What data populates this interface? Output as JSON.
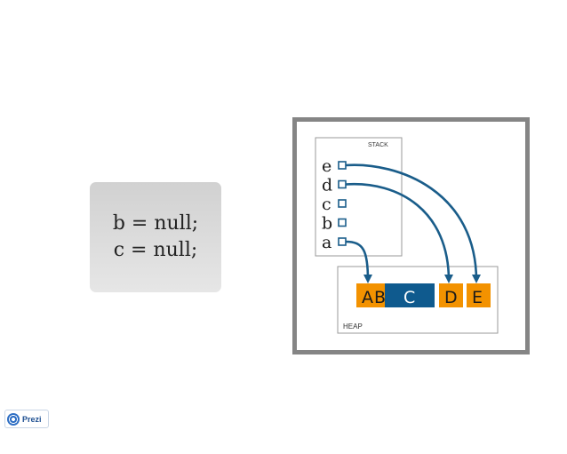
{
  "code_box": {
    "lines": [
      "b = null;",
      "c = null;"
    ]
  },
  "diagram": {
    "stack_label": "STACK",
    "heap_label": "HEAP",
    "stack_vars": [
      "e",
      "d",
      "c",
      "b",
      "a"
    ],
    "heap_objects": [
      {
        "label": "A",
        "color": "#f39200",
        "referenced_by": "a"
      },
      {
        "label": "B",
        "color": "#f39200",
        "referenced_by": null
      },
      {
        "label": "C",
        "color": "#0f5a8e",
        "referenced_by": null
      },
      {
        "label": "D",
        "color": "#f39200",
        "referenced_by": "d"
      },
      {
        "label": "E",
        "color": "#f39200",
        "referenced_by": "e"
      }
    ],
    "colors": {
      "frame": "#858585",
      "pointer": "#1a5d8a",
      "live_object": "#f39200",
      "collected_object": "#0f5a8e"
    }
  },
  "badge": {
    "label": "Prezi"
  }
}
